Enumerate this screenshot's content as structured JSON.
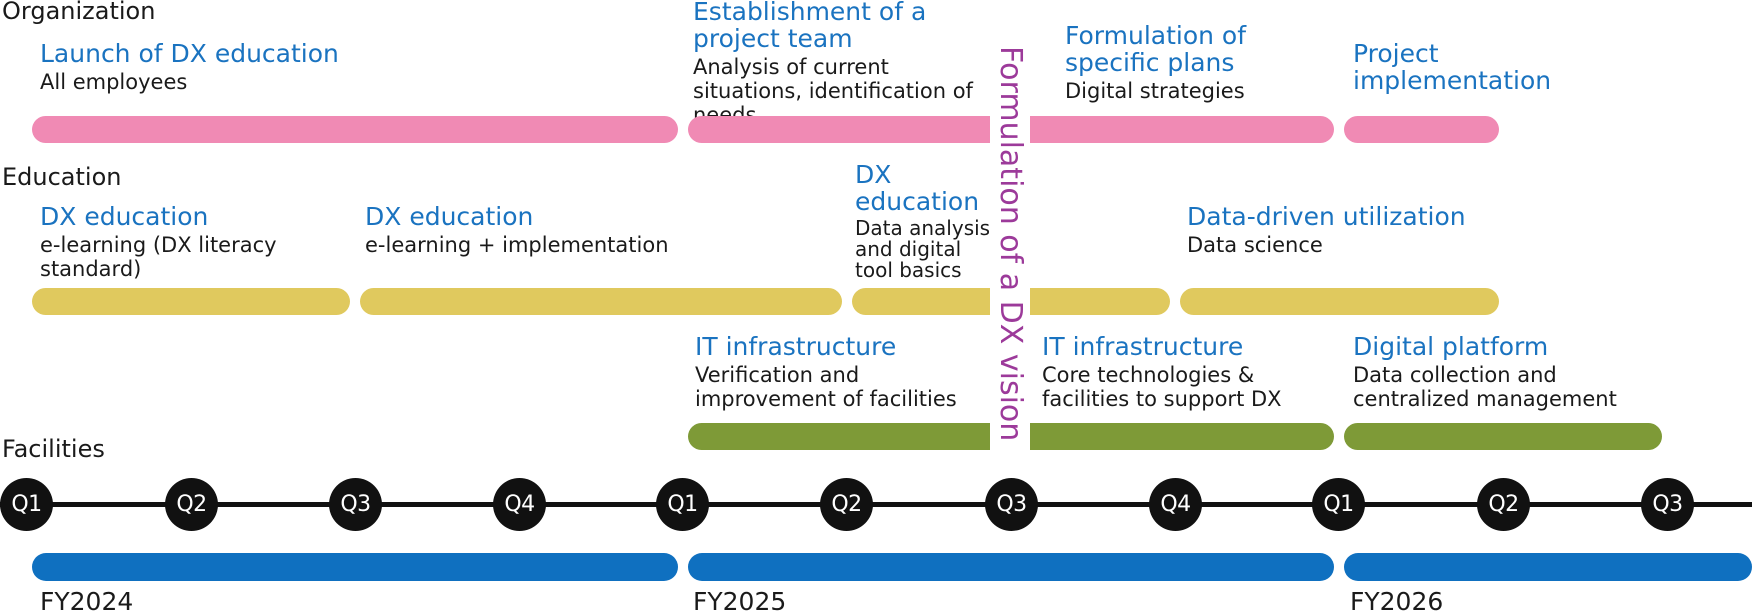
{
  "rows": {
    "organization": "Organization",
    "education": "Education",
    "facilities": "Facilities"
  },
  "organization_items": [
    {
      "title": "Launch of DX education",
      "sub": "All employees"
    },
    {
      "title": "Establishment of a project team",
      "sub": "Analysis of current situations, identification of needs"
    },
    {
      "title": "Formulation of specific plans",
      "sub": "Digital strategies"
    },
    {
      "title": "Project implementation",
      "sub": ""
    }
  ],
  "education_items": [
    {
      "title": "DX education",
      "sub": "e-learning (DX literacy standard)"
    },
    {
      "title": "DX education",
      "sub": "e-learning + implementation"
    },
    {
      "title": "DX education",
      "sub": "Data analysis and digital tool basics"
    },
    {
      "title": "Data-driven utilization",
      "sub": "Data science"
    }
  ],
  "facilities_items": [
    {
      "title": "IT infrastructure",
      "sub": "Verification and improvement of facilities"
    },
    {
      "title": "IT infrastructure",
      "sub": "Core technologies & facilities to support DX"
    },
    {
      "title": "Digital platform",
      "sub": "Data collection and centralized management"
    }
  ],
  "vision": "Formulation of a DX vision",
  "quarters": [
    "Q1",
    "Q2",
    "Q3",
    "Q4",
    "Q1",
    "Q2",
    "Q3",
    "Q4",
    "Q1",
    "Q2",
    "Q3"
  ],
  "fiscal_years": [
    "FY2024",
    "FY2025",
    "FY2026"
  ],
  "colors": {
    "organization_bar": "#f08ab4",
    "education_bar": "#e0c95e",
    "facilities_bar": "#7e9a37",
    "fiscal_bar": "#0f70c0",
    "title_text": "#1a73c0",
    "vision_text": "#9c3a9a"
  }
}
